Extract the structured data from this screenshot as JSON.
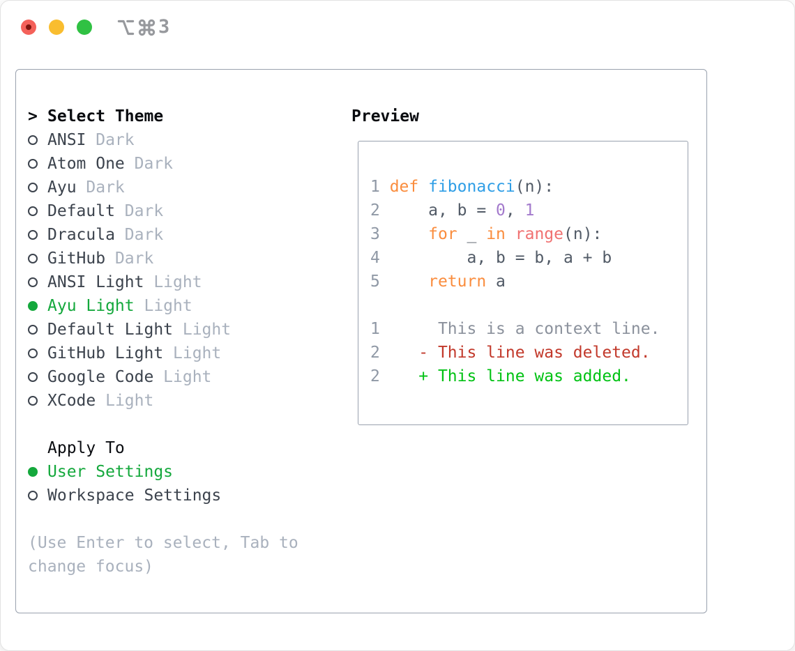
{
  "titlebar": {
    "shortcut_icons": [
      "option-icon",
      "command-icon"
    ],
    "shortcut_text": "3",
    "traffic_lights": [
      "close",
      "minimize",
      "zoom"
    ]
  },
  "theme_selector": {
    "cursor": ">",
    "title": "Select Theme",
    "items": [
      {
        "name": "ANSI",
        "variant": "Dark",
        "selected": false
      },
      {
        "name": "Atom One",
        "variant": "Dark",
        "selected": false
      },
      {
        "name": "Ayu",
        "variant": "Dark",
        "selected": false
      },
      {
        "name": "Default",
        "variant": "Dark",
        "selected": false
      },
      {
        "name": "Dracula",
        "variant": "Dark",
        "selected": false
      },
      {
        "name": "GitHub",
        "variant": "Dark",
        "selected": false
      },
      {
        "name": "ANSI Light",
        "variant": "Light",
        "selected": false
      },
      {
        "name": "Ayu Light",
        "variant": "Light",
        "selected": true
      },
      {
        "name": "Default Light",
        "variant": "Light",
        "selected": false
      },
      {
        "name": "GitHub Light",
        "variant": "Light",
        "selected": false
      },
      {
        "name": "Google Code",
        "variant": "Light",
        "selected": false
      },
      {
        "name": "XCode",
        "variant": "Light",
        "selected": false
      }
    ]
  },
  "apply_to": {
    "title": "Apply To",
    "items": [
      {
        "label": "User Settings",
        "selected": true
      },
      {
        "label": "Workspace Settings",
        "selected": false
      }
    ]
  },
  "hint": "(Use Enter to select, Tab to\nchange focus)",
  "preview": {
    "title": "Preview",
    "lines": [
      [
        {
          "c": "num",
          "t": "1 "
        },
        {
          "c": "kw",
          "t": "def"
        },
        {
          "c": "txt",
          "t": " "
        },
        {
          "c": "fn",
          "t": "fibonacci"
        },
        {
          "c": "txt",
          "t": "(n):"
        }
      ],
      [
        {
          "c": "num",
          "t": "2 "
        },
        {
          "c": "txt",
          "t": "    a, b = "
        },
        {
          "c": "const",
          "t": "0"
        },
        {
          "c": "txt",
          "t": ", "
        },
        {
          "c": "const",
          "t": "1"
        }
      ],
      [
        {
          "c": "num",
          "t": "3 "
        },
        {
          "c": "txt",
          "t": "    "
        },
        {
          "c": "kw",
          "t": "for"
        },
        {
          "c": "txt",
          "t": " _ "
        },
        {
          "c": "kw",
          "t": "in"
        },
        {
          "c": "txt",
          "t": " "
        },
        {
          "c": "call",
          "t": "range"
        },
        {
          "c": "txt",
          "t": "(n):"
        }
      ],
      [
        {
          "c": "num",
          "t": "4 "
        },
        {
          "c": "txt",
          "t": "        a, b = b, a + b"
        }
      ],
      [
        {
          "c": "num",
          "t": "5 "
        },
        {
          "c": "txt",
          "t": "    "
        },
        {
          "c": "kw",
          "t": "return"
        },
        {
          "c": "txt",
          "t": " a"
        }
      ],
      [],
      [
        {
          "c": "num",
          "t": "1 "
        },
        {
          "c": "ctx",
          "t": "     This is a context line."
        }
      ],
      [
        {
          "c": "num",
          "t": "2 "
        },
        {
          "c": "del",
          "t": "   - This line was deleted."
        }
      ],
      [
        {
          "c": "num",
          "t": "2 "
        },
        {
          "c": "add",
          "t": "   + This line was added."
        }
      ]
    ]
  },
  "colors": {
    "selection_green": "#14a83c",
    "added_green": "#00c213",
    "deleted_red": "#c2392b",
    "keyword_orange": "#fa8d3e",
    "function_blue": "#2f9ee6",
    "builtin_coral": "#f07171",
    "number_purple": "#a37acc",
    "code_text": "#515a66",
    "line_number_gray": "#8f98a5",
    "context_gray": "#8b919c",
    "text_dark": "#3c434d",
    "muted_gray": "#a9b1bd",
    "heading_black": "#0a0c10",
    "border_gray": "#99a1ae",
    "titlebar_gray": "#97999d",
    "traffic_red": "#f4615a",
    "traffic_red_dot": "#7e150e",
    "traffic_yellow": "#f9bd2f",
    "traffic_green": "#30c143"
  }
}
